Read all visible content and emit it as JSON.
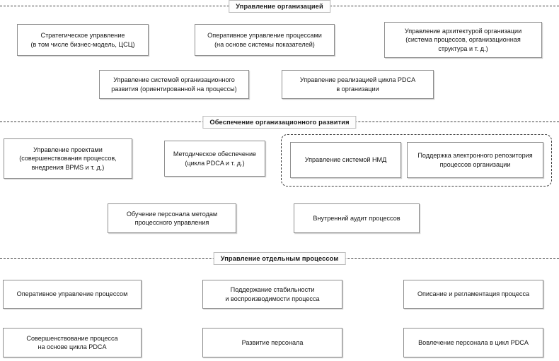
{
  "diagram": {
    "title_visible": false,
    "colors": {
      "background": "#ffffff",
      "box_border": "#8e8e8e",
      "dashed_line": "#3a3a3a",
      "text": "#141414",
      "label_border": "#b9b9b9",
      "label_fill": "#fdfdfd"
    },
    "sections": [
      {
        "id": "org-management",
        "label": "Управление организацией",
        "boxes": [
          {
            "id": "strategic-management",
            "text": "Стратегическое управление\n(в том числе бизнес-модель, ЦСЦ)"
          },
          {
            "id": "operational-process-management",
            "text": "Оперативное управление процессами\n(на основе системы показателей)"
          },
          {
            "id": "org-architecture-management",
            "text": "Управление архитектурой организации\n(система процессов, организационная\nструктура и т. д.)"
          },
          {
            "id": "org-development-system-management",
            "text": "Управление системой организационного\nразвития (ориентированной на процессы)"
          },
          {
            "id": "pdca-cycle-management",
            "text": "Управление реализацией цикла PDCA\nв организации"
          }
        ]
      },
      {
        "id": "org-development-support",
        "label": "Обеспечение организационного развития",
        "boxes": [
          {
            "id": "project-management",
            "text": "Управление проектами\n(совершенствования процессов,\nвнедрения BPMS и т. д.)"
          },
          {
            "id": "methodical-support",
            "text": "Методическое обеспечение\n(цикла PDCA и т. д.)"
          },
          {
            "id": "nmd-system-management",
            "text": "Управление системой НМД"
          },
          {
            "id": "electronic-repository-support",
            "text": "Поддержка электронного репозитория\nпроцессов организации"
          },
          {
            "id": "personnel-training",
            "text": "Обучение персонала методам\nпроцессного управления"
          },
          {
            "id": "internal-process-audit",
            "text": "Внутренний аудит процессов"
          }
        ],
        "dashed_group": {
          "id": "nmd-repository-group",
          "contains": [
            "nmd-system-management",
            "electronic-repository-support"
          ]
        }
      },
      {
        "id": "single-process-management",
        "label": "Управление отдельным процессом",
        "boxes": [
          {
            "id": "operational-process-control",
            "text": "Оперативное управление процессом"
          },
          {
            "id": "stability-reproducibility",
            "text": "Поддержание стабильности\nи воспроизводимости процесса"
          },
          {
            "id": "process-description-regulation",
            "text": "Описание и регламентация процесса"
          },
          {
            "id": "process-improvement-pdca",
            "text": "Совершенствование процесса\nна основе цикла PDCA"
          },
          {
            "id": "personnel-development",
            "text": "Развитие персонала"
          },
          {
            "id": "personnel-involvement-pdca",
            "text": "Вовлечение персонала в цикл PDCA"
          }
        ]
      }
    ]
  }
}
